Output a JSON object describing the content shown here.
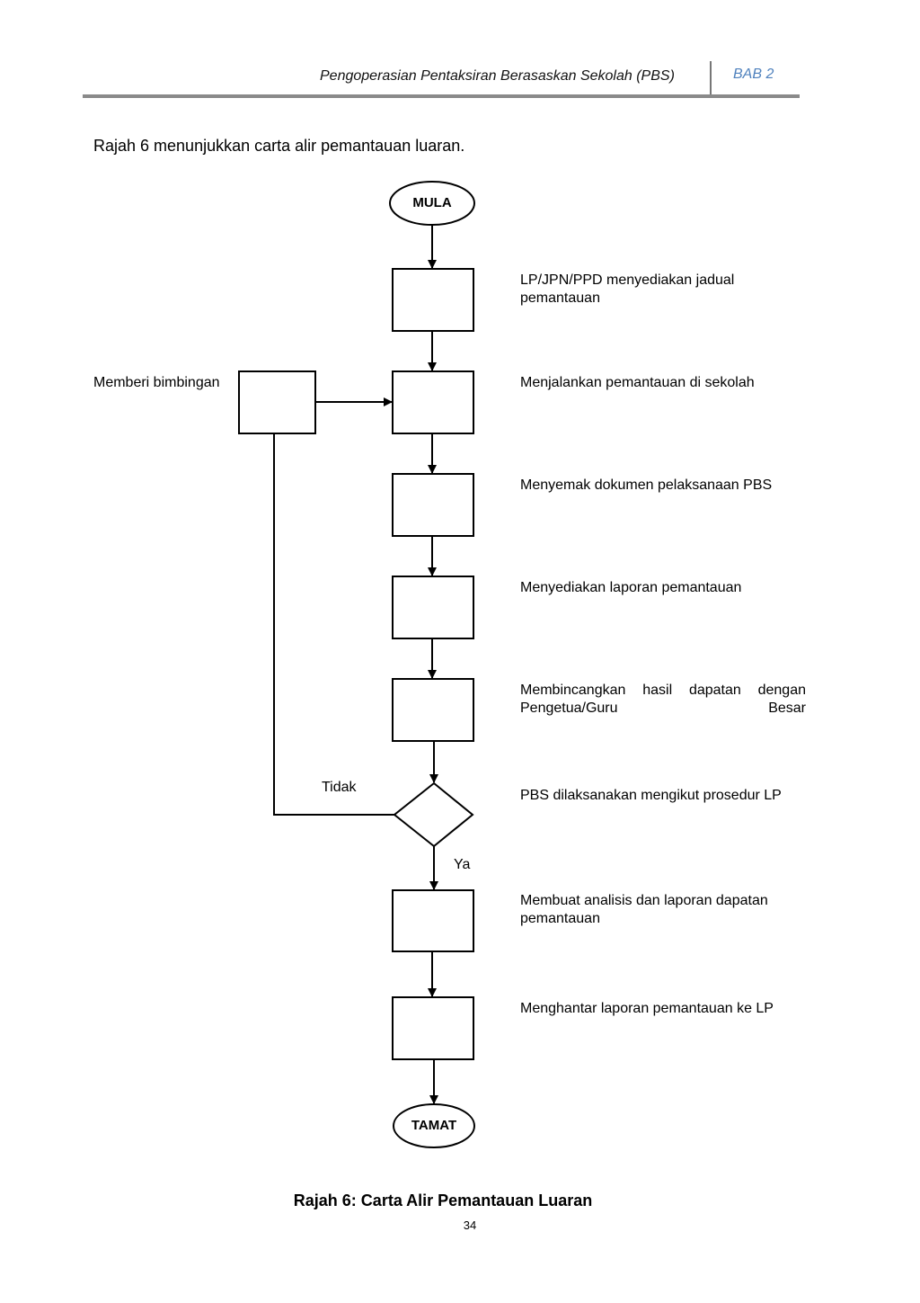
{
  "header": {
    "title": "Pengoperasian Pentaksiran Berasaskan Sekolah (PBS)",
    "chapter": "BAB 2"
  },
  "intro": "Rajah 6 menunjukkan carta alir pemantauan luaran.",
  "flowchart": {
    "start": "MULA",
    "end": "TAMAT",
    "steps": [
      "LP/JPN/PPD menyediakan jadual pemantauan",
      "Menjalankan pemantauan di sekolah",
      "Menyemak dokumen pelaksanaan PBS",
      "Menyediakan laporan pemantauan",
      "Membincangkan hasil dapatan dengan Pengetua/Guru Besar",
      "PBS dilaksanakan mengikut prosedur LP",
      "Membuat analisis dan laporan dapatan pemantauan",
      "Menghantar laporan pemantauan ke LP"
    ],
    "side_step": "Memberi bimbingan",
    "no_label": "Tidak",
    "yes_label": "Ya"
  },
  "caption": "Rajah 6: Carta Alir Pemantauan Luaran",
  "page_number": "34"
}
